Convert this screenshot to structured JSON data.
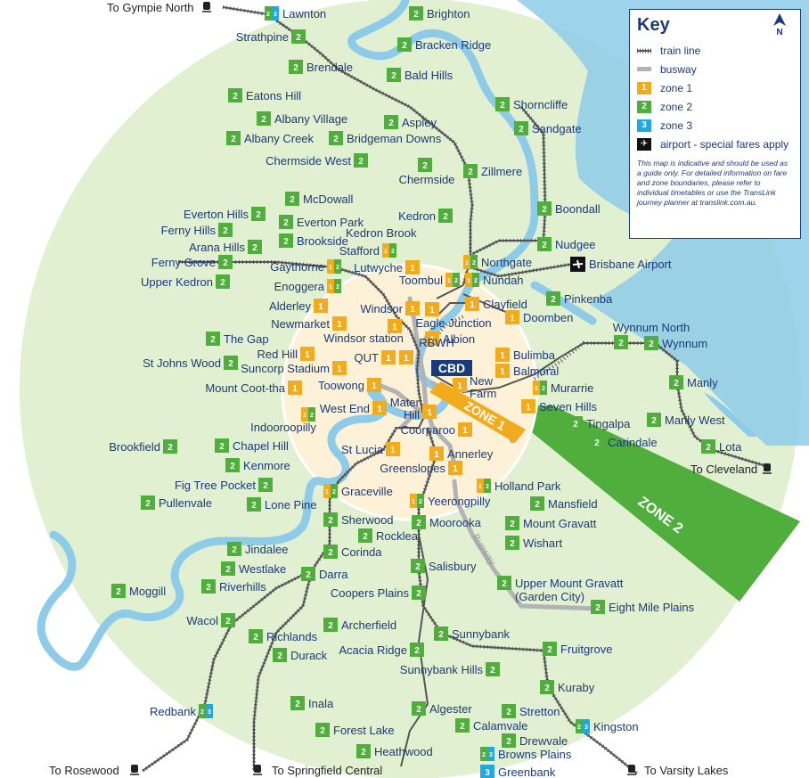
{
  "colors": {
    "zone1": "#f2ab1d",
    "zone2": "#4fae3c",
    "zone3": "#1fa9df",
    "outer": "#e2f0d2",
    "inner": "#fdf1d8",
    "water": "#8dcbe9",
    "text": "#1b3a78"
  },
  "zone_labels": {
    "zone1": "ZONE 1",
    "zone2": "ZONE 2",
    "cbd": "CBD",
    "busway": "Busway"
  },
  "key": {
    "title": "Key",
    "north": "N",
    "items": [
      {
        "kind": "rail",
        "label": "train line"
      },
      {
        "kind": "bus",
        "label": "busway"
      },
      {
        "kind": "zone",
        "zone": "1",
        "label": "zone 1"
      },
      {
        "kind": "zone",
        "zone": "2",
        "label": "zone 2"
      },
      {
        "kind": "zone",
        "zone": "3",
        "label": "zone 3"
      },
      {
        "kind": "airport",
        "label": "airport - special fares apply"
      }
    ],
    "note": "This map is indicative and should be used as a guide only. For detailed information on fare and zone boundaries, please refer to individual timetables or use the TransLink journey planner at translink.com.au."
  },
  "external": [
    {
      "label": "To Gympie North",
      "icon": "train-icon"
    },
    {
      "label": "To Cleveland",
      "icon": "train-icon"
    },
    {
      "label": "To Rosewood",
      "icon": "train-icon"
    },
    {
      "label": "To Springfield Central",
      "icon": "train-icon"
    },
    {
      "label": "To Varsity Lakes",
      "icon": "train-icon"
    }
  ],
  "stations": [
    {
      "n": "Lawnton",
      "z": "23"
    },
    {
      "n": "Brighton",
      "z": "2"
    },
    {
      "n": "Strathpine",
      "z": "2"
    },
    {
      "n": "Bracken Ridge",
      "z": "2"
    },
    {
      "n": "Brendale",
      "z": "2"
    },
    {
      "n": "Bald Hills",
      "z": "2"
    },
    {
      "n": "Eatons Hill",
      "z": "2"
    },
    {
      "n": "Shorncliffe",
      "z": "2"
    },
    {
      "n": "Albany Village",
      "z": "2"
    },
    {
      "n": "Aspley",
      "z": "2"
    },
    {
      "n": "Sandgate",
      "z": "2"
    },
    {
      "n": "Albany Creek",
      "z": "2"
    },
    {
      "n": "Bridgeman Downs",
      "z": "2"
    },
    {
      "n": "Chermside West",
      "z": "2"
    },
    {
      "n": "Chermside",
      "z": "2"
    },
    {
      "n": "Zillmere",
      "z": "2"
    },
    {
      "n": "McDowall",
      "z": "2"
    },
    {
      "n": "Boondall",
      "z": "2"
    },
    {
      "n": "Everton Hills",
      "z": "2"
    },
    {
      "n": "Kedron",
      "z": "2"
    },
    {
      "n": "Everton Park",
      "z": "2"
    },
    {
      "n": "Ferny Hills",
      "z": "2"
    },
    {
      "n": "Kedron Brook",
      "z": ""
    },
    {
      "n": "Brookside",
      "z": "2"
    },
    {
      "n": "Nudgee",
      "z": "2"
    },
    {
      "n": "Arana Hills",
      "z": "2"
    },
    {
      "n": "Stafford",
      "z": "12"
    },
    {
      "n": "Northgate",
      "z": "12"
    },
    {
      "n": "Ferny Grove",
      "z": "2"
    },
    {
      "n": "Gaythorne",
      "z": "12"
    },
    {
      "n": "Lutwyche",
      "z": "1"
    },
    {
      "n": "Brisbane Airport",
      "z": "airport"
    },
    {
      "n": "Toombul",
      "z": "12"
    },
    {
      "n": "Nundah",
      "z": "12"
    },
    {
      "n": "Upper Kedron",
      "z": "2"
    },
    {
      "n": "Enoggera",
      "z": "12"
    },
    {
      "n": "Pinkenba",
      "z": "2"
    },
    {
      "n": "Alderley",
      "z": "1"
    },
    {
      "n": "Windsor",
      "z": "1"
    },
    {
      "n": "Clayfield",
      "z": "1"
    },
    {
      "n": "Doomben",
      "z": "1"
    },
    {
      "n": "Newmarket",
      "z": "1"
    },
    {
      "n": "Eagle Junction",
      "z": "1"
    },
    {
      "n": "Wynnum North",
      "z": "2"
    },
    {
      "n": "The Gap",
      "z": "2"
    },
    {
      "n": "Windsor station",
      "z": "1"
    },
    {
      "n": "Albion",
      "z": "1"
    },
    {
      "n": "Wynnum",
      "z": "2"
    },
    {
      "n": "Red Hill",
      "z": "1"
    },
    {
      "n": "QUT",
      "z": "1"
    },
    {
      "n": "RBWH",
      "z": "1"
    },
    {
      "n": "Bulimba",
      "z": "1"
    },
    {
      "n": "St Johns Wood",
      "z": "2"
    },
    {
      "n": "Suncorp Stadium",
      "z": "1"
    },
    {
      "n": "Balmoral",
      "z": "1"
    },
    {
      "n": "Toowong",
      "z": "1"
    },
    {
      "n": "New Farm",
      "z": "1"
    },
    {
      "n": "Manly",
      "z": "2"
    },
    {
      "n": "Mount Coot-tha",
      "z": "1"
    },
    {
      "n": "Murarrie",
      "z": "12"
    },
    {
      "n": "West End",
      "z": "1"
    },
    {
      "n": "Mater Hill",
      "z": "1"
    },
    {
      "n": "Seven Hills",
      "z": "1"
    },
    {
      "n": "Tingalpa",
      "z": "2"
    },
    {
      "n": "Manly West",
      "z": "2"
    },
    {
      "n": "Indooroopilly",
      "z": "12"
    },
    {
      "n": "Coorparoo",
      "z": "1"
    },
    {
      "n": "Carindale",
      "z": "2"
    },
    {
      "n": "Brookfield",
      "z": "2"
    },
    {
      "n": "Chapel Hill",
      "z": "2"
    },
    {
      "n": "St Lucia",
      "z": "1"
    },
    {
      "n": "Annerley",
      "z": "1"
    },
    {
      "n": "Lota",
      "z": "2"
    },
    {
      "n": "Kenmore",
      "z": "2"
    },
    {
      "n": "Greenslopes",
      "z": "1"
    },
    {
      "n": "Fig Tree Pocket",
      "z": "2"
    },
    {
      "n": "Holland Park",
      "z": "12"
    },
    {
      "n": "Graceville",
      "z": "12"
    },
    {
      "n": "Pullenvale",
      "z": "2"
    },
    {
      "n": "Yeerongpilly",
      "z": "12"
    },
    {
      "n": "Mansfield",
      "z": "2"
    },
    {
      "n": "Lone Pine",
      "z": "2"
    },
    {
      "n": "Sherwood",
      "z": "2"
    },
    {
      "n": "Moorooka",
      "z": "2"
    },
    {
      "n": "Mount Gravatt",
      "z": "2"
    },
    {
      "n": "Rocklea",
      "z": "2"
    },
    {
      "n": "Wishart",
      "z": "2"
    },
    {
      "n": "Jindalee",
      "z": "2"
    },
    {
      "n": "Corinda",
      "z": "2"
    },
    {
      "n": "Westlake",
      "z": "2"
    },
    {
      "n": "Salisbury",
      "z": "2"
    },
    {
      "n": "Darra",
      "z": "2"
    },
    {
      "n": "Upper Mount Gravatt",
      "z": "2",
      "n2": "(Garden City)"
    },
    {
      "n": "Moggill",
      "z": "2"
    },
    {
      "n": "Riverhills",
      "z": "2"
    },
    {
      "n": "Coopers Plains",
      "z": "2"
    },
    {
      "n": "Wacol",
      "z": "2"
    },
    {
      "n": "Eight Mile Plains",
      "z": "2"
    },
    {
      "n": "Archerfield",
      "z": "2"
    },
    {
      "n": "Richlands",
      "z": "2"
    },
    {
      "n": "Sunnybank",
      "z": "2"
    },
    {
      "n": "Acacia Ridge",
      "z": "2"
    },
    {
      "n": "Fruitgrove",
      "z": "2"
    },
    {
      "n": "Durack",
      "z": "2"
    },
    {
      "n": "Sunnybank Hills",
      "z": "2"
    },
    {
      "n": "Kuraby",
      "z": "2"
    },
    {
      "n": "Inala",
      "z": "2"
    },
    {
      "n": "Redbank",
      "z": "23"
    },
    {
      "n": "Algester",
      "z": "2"
    },
    {
      "n": "Stretton",
      "z": "2"
    },
    {
      "n": "Calamvale",
      "z": "2"
    },
    {
      "n": "Kingston",
      "z": "23"
    },
    {
      "n": "Forest Lake",
      "z": "2"
    },
    {
      "n": "Drewvale",
      "z": "2"
    },
    {
      "n": "Heathwood",
      "z": "2"
    },
    {
      "n": "Browns Plains",
      "z": "23"
    },
    {
      "n": "Greenbank",
      "z": "3"
    }
  ]
}
